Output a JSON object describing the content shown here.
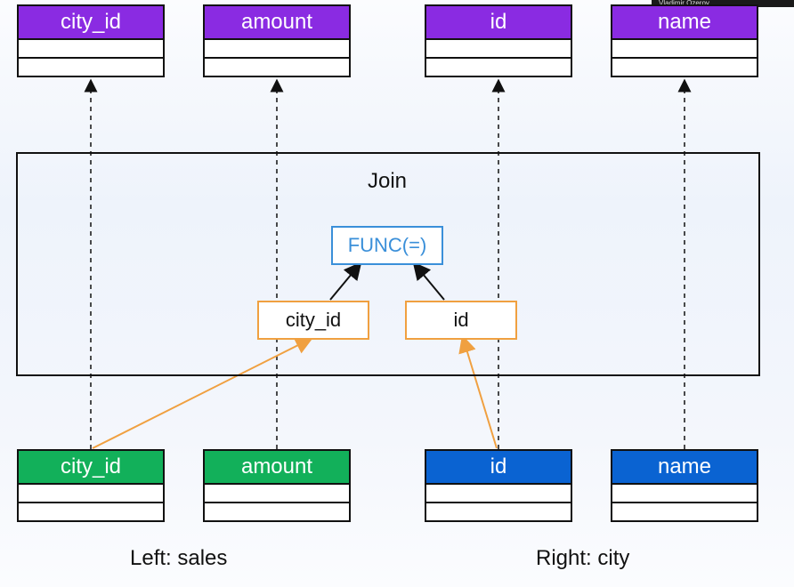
{
  "output_columns": [
    {
      "label": "city_id",
      "color": "#8a2be2"
    },
    {
      "label": "amount",
      "color": "#8a2be2"
    },
    {
      "label": "id",
      "color": "#8a2be2"
    },
    {
      "label": "name",
      "color": "#8a2be2"
    }
  ],
  "join": {
    "title": "Join",
    "func_label": "FUNC(=)",
    "left_key": "city_id",
    "right_key": "id"
  },
  "left_table": {
    "caption": "Left: sales",
    "columns": [
      {
        "label": "city_id",
        "color": "#12b05a"
      },
      {
        "label": "amount",
        "color": "#12b05a"
      }
    ]
  },
  "right_table": {
    "caption": "Right: city",
    "columns": [
      {
        "label": "id",
        "color": "#0a63d2"
      },
      {
        "label": "name",
        "color": "#0a63d2"
      }
    ]
  },
  "presenter_label": "Vladimir Ozerov",
  "colors": {
    "output_header": "#8a2be2",
    "left_header": "#12b05a",
    "right_header": "#0a63d2",
    "func_border": "#3a8fd9",
    "key_border": "#f0a040",
    "key_arrow": "#f0a040"
  }
}
